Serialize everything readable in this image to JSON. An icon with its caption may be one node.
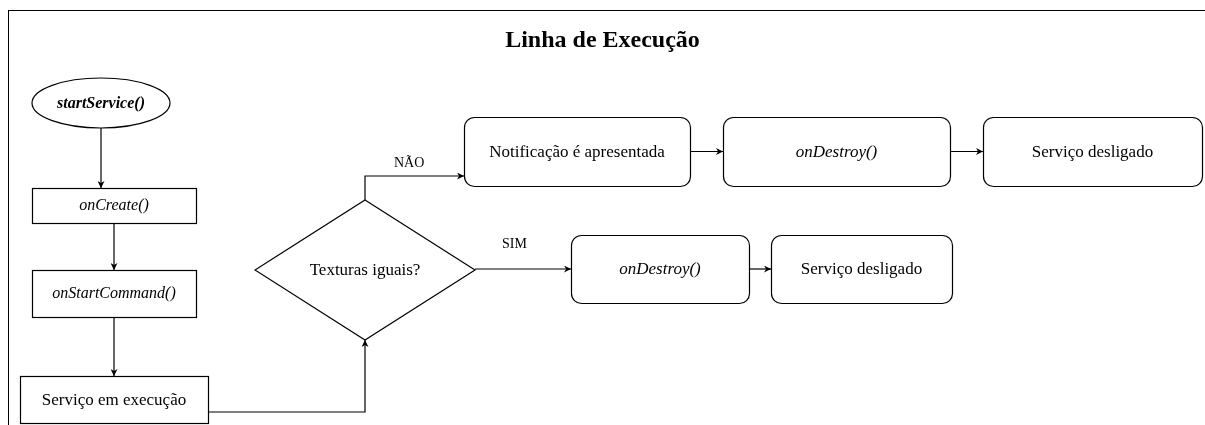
{
  "diagram": {
    "title": "Linha de Execução",
    "nodes": [
      {
        "text": [
          "startService()"
        ]
      },
      {
        "text": [
          "onCreate()"
        ]
      },
      {
        "text": [
          "onStartCommand()"
        ]
      },
      {
        "text": [
          "Serviço em execução"
        ]
      },
      {
        "text": [
          "Texturas iguais?"
        ]
      },
      {
        "text": [
          "Notificação é apresentada"
        ]
      },
      {
        "text": [
          "onDestroy()"
        ]
      },
      {
        "text": [
          "Serviço desligado"
        ]
      },
      {
        "text": [
          "onDestroy()"
        ]
      },
      {
        "text": [
          "Serviço desligado"
        ]
      }
    ],
    "edges": [
      {
        "from": 0,
        "to": 1,
        "arrow": "to"
      },
      {
        "from": 1,
        "to": 2,
        "arrow": "to"
      },
      {
        "from": 2,
        "to": 3,
        "arrow": "to"
      },
      {
        "from": 3,
        "to": 4,
        "arrow": "to"
      },
      {
        "from": 4,
        "to": 5,
        "arrow": "to",
        "label": "NÃO"
      },
      {
        "from": 5,
        "to": 6,
        "arrow": "to"
      },
      {
        "from": 6,
        "to": 7,
        "arrow": "to"
      },
      {
        "from": 4,
        "to": 8,
        "arrow": "to",
        "label": "SIM"
      },
      {
        "from": 8,
        "to": 9,
        "arrow": "to"
      }
    ]
  }
}
